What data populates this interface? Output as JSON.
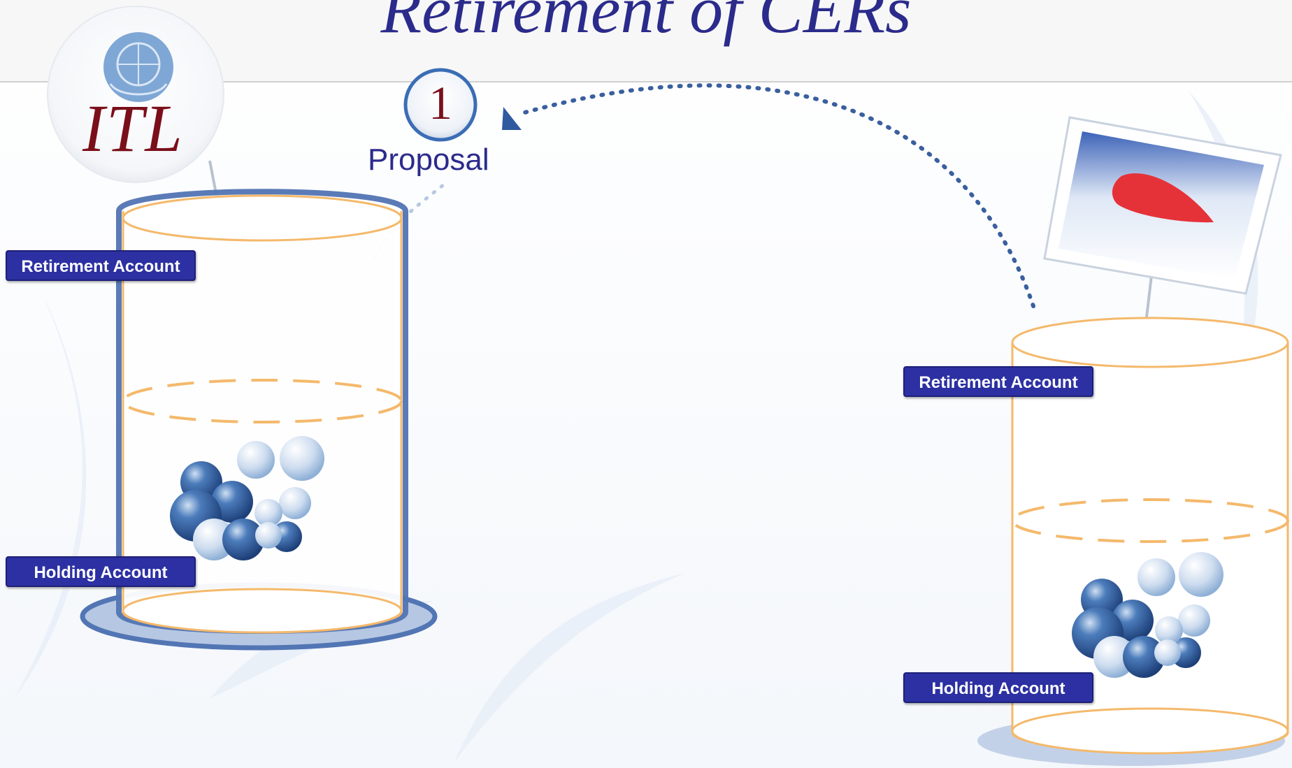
{
  "slide": {
    "title": "Retirement of CERs"
  },
  "itl_logo": {
    "text": "ITL",
    "emblem": "un-emblem-icon"
  },
  "step": {
    "number": "1",
    "label": "Proposal"
  },
  "left_registry": {
    "retirement_label": "Retirement Account",
    "holding_label": "Holding Account"
  },
  "right_registry": {
    "flag": "japan-flag-icon",
    "retirement_label": "Retirement Account",
    "holding_label": "Holding Account"
  },
  "colors": {
    "title": "#2b2b8c",
    "label_bg": "#2c30a2",
    "cylinder_outline": "#f4b96b",
    "ball_dark": "#2f5f9e",
    "ball_light": "#c5d7ec",
    "itl_text": "#7a0f1a"
  }
}
